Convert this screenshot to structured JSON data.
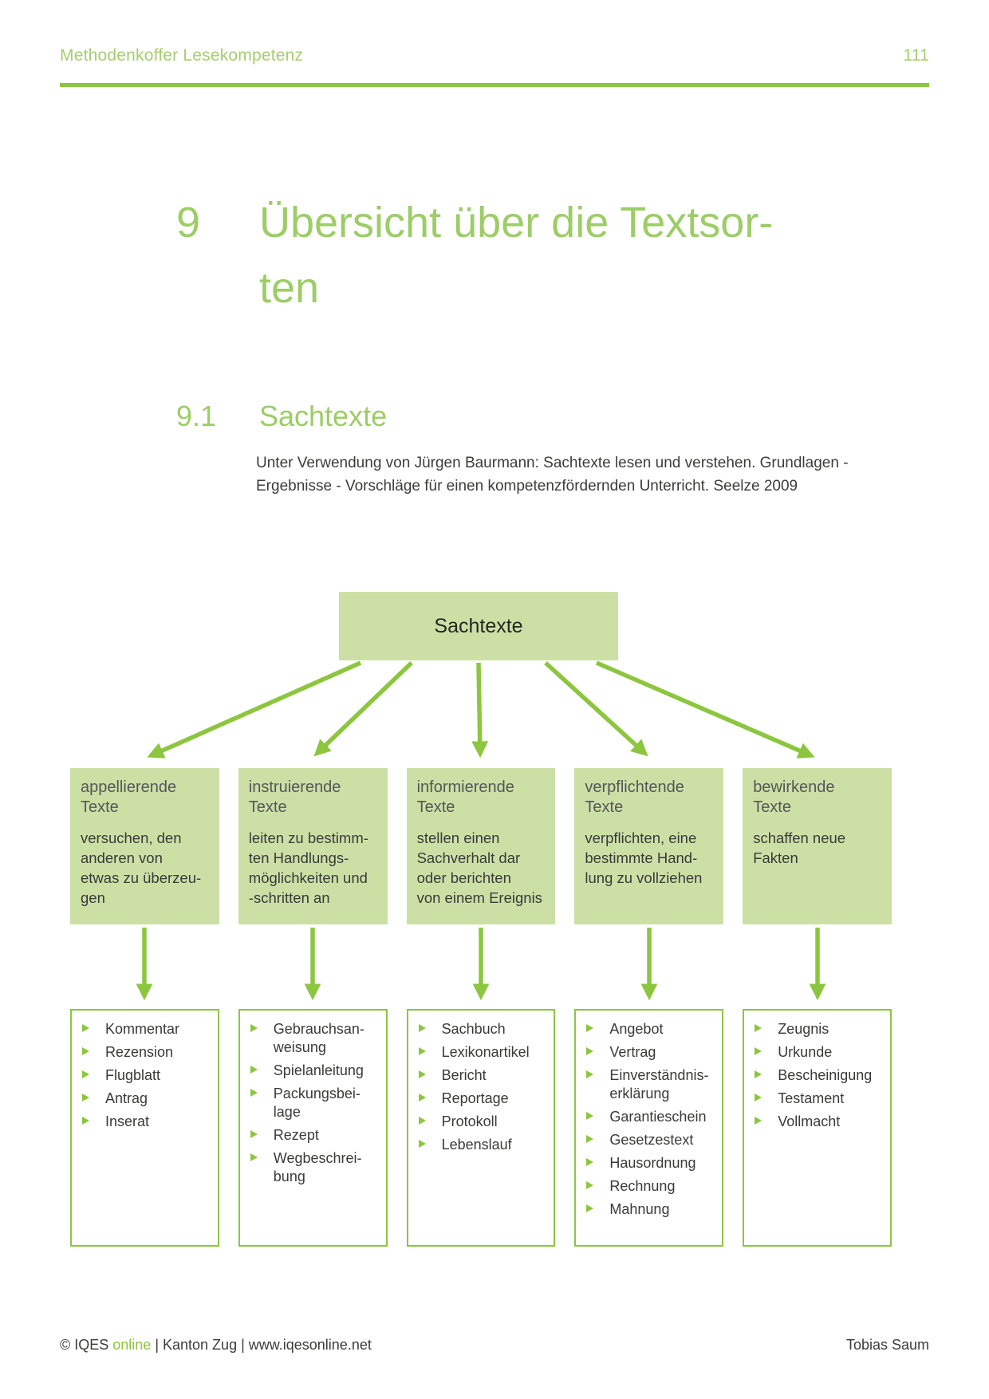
{
  "colors": {
    "accent_green": "#8CC63F",
    "heading_green": "#9DCD66",
    "box_fill_green": "#CCE0A6",
    "category_title_gray": "#565658",
    "body_text": "#3C3C3B"
  },
  "header": {
    "doc_title": "Methodenkoffer Lesekompetenz",
    "page_number": "111"
  },
  "chapter": {
    "number": "9",
    "title_lines": [
      "Übersicht über die Textsor-",
      "ten"
    ]
  },
  "section": {
    "number": "9.1",
    "title": "Sachtexte",
    "reference_lines": [
      "Unter Verwendung von Jürgen Baurmann: Sachtexte lesen und verstehen. Grundlagen -",
      "Ergebnisse - Vorschläge für einen kompetenzfördernden Unterricht. Seelze 2009"
    ]
  },
  "diagram": {
    "root_label": "Sachtexte",
    "categories": [
      {
        "title_lines": [
          "appellierende",
          "Texte"
        ],
        "description_lines": [
          "versuchen, den",
          "anderen von",
          "etwas zu überzeu-",
          "gen"
        ],
        "items": [
          "Kommentar",
          "Rezension",
          "Flugblatt",
          "Antrag",
          "Inserat"
        ]
      },
      {
        "title_lines": [
          "instruierende",
          "Texte"
        ],
        "description_lines": [
          "leiten zu bestimm-",
          "ten Handlungs-",
          "möglichkeiten und",
          "-schritten an"
        ],
        "items": [
          "Gebrauchsan-weisung",
          "Spielanleitung",
          "Packungsbei-lage",
          "Rezept",
          "Wegbeschrei-bung"
        ]
      },
      {
        "title_lines": [
          "informierende",
          "Texte"
        ],
        "description_lines": [
          "stellen einen",
          "Sachverhalt dar",
          "oder berichten",
          "von einem Ereignis"
        ],
        "items": [
          "Sachbuch",
          "Lexikonartikel",
          "Bericht",
          "Reportage",
          "Protokoll",
          "Lebenslauf"
        ]
      },
      {
        "title_lines": [
          "verpflichtende",
          "Texte"
        ],
        "description_lines": [
          "verpflichten, eine",
          "bestimmte Hand-",
          "lung zu vollziehen"
        ],
        "items": [
          "Angebot",
          "Vertrag",
          "Einverständnis-erklärung",
          "Garantieschein",
          "Gesetzestext",
          "Hausordnung",
          "Rechnung",
          "Mahnung"
        ]
      },
      {
        "title_lines": [
          "bewirkende",
          "Texte"
        ],
        "description_lines": [
          "schaffen neue",
          "Fakten"
        ],
        "items": [
          "Zeugnis",
          "Urkunde",
          "Bescheinigung",
          "Testament",
          "Vollmacht"
        ]
      }
    ]
  },
  "footer": {
    "copyright_prefix": "© IQES ",
    "brand": "online",
    "copyright_suffix": " | Kanton Zug | www.iqesonline.net",
    "author": "Tobias Saum"
  }
}
